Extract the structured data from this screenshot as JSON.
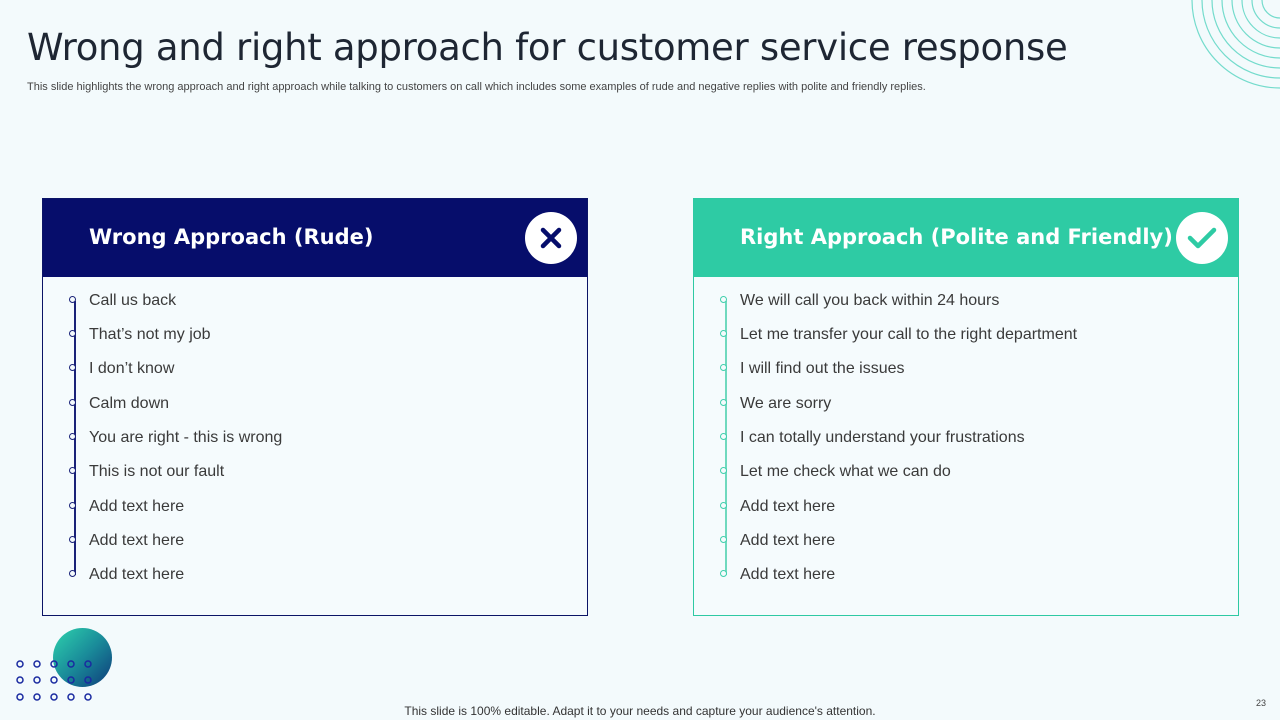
{
  "slide": {
    "title": "Wrong and right approach for customer service response",
    "subtitle": "This slide highlights the wrong approach and right approach while talking to customers on call which includes some examples of rude and negative replies with polite and friendly replies.",
    "footer": "This slide is 100% editable. Adapt it to your needs and capture your audience's attention.",
    "page_number": "23"
  },
  "wrong": {
    "title": "Wrong Approach (Rude)",
    "icon": "close-icon",
    "color": "#060d6b",
    "items": [
      "Call us back",
      "That’s not my job",
      "I don’t know",
      "Calm down",
      "You are right - this is wrong",
      "This is not our fault",
      "Add text here",
      "Add text here",
      "Add text here"
    ]
  },
  "right": {
    "title": "Right Approach (Polite and Friendly)",
    "icon": "check-icon",
    "color": "#2ecba4",
    "items": [
      "We will call you back within 24 hours",
      "Let me transfer your call to the right department",
      "I will find out the issues",
      "We are sorry",
      "I can totally understand your frustrations",
      "Let me check what we can do",
      "Add text here",
      "Add text here",
      "Add text here"
    ]
  }
}
